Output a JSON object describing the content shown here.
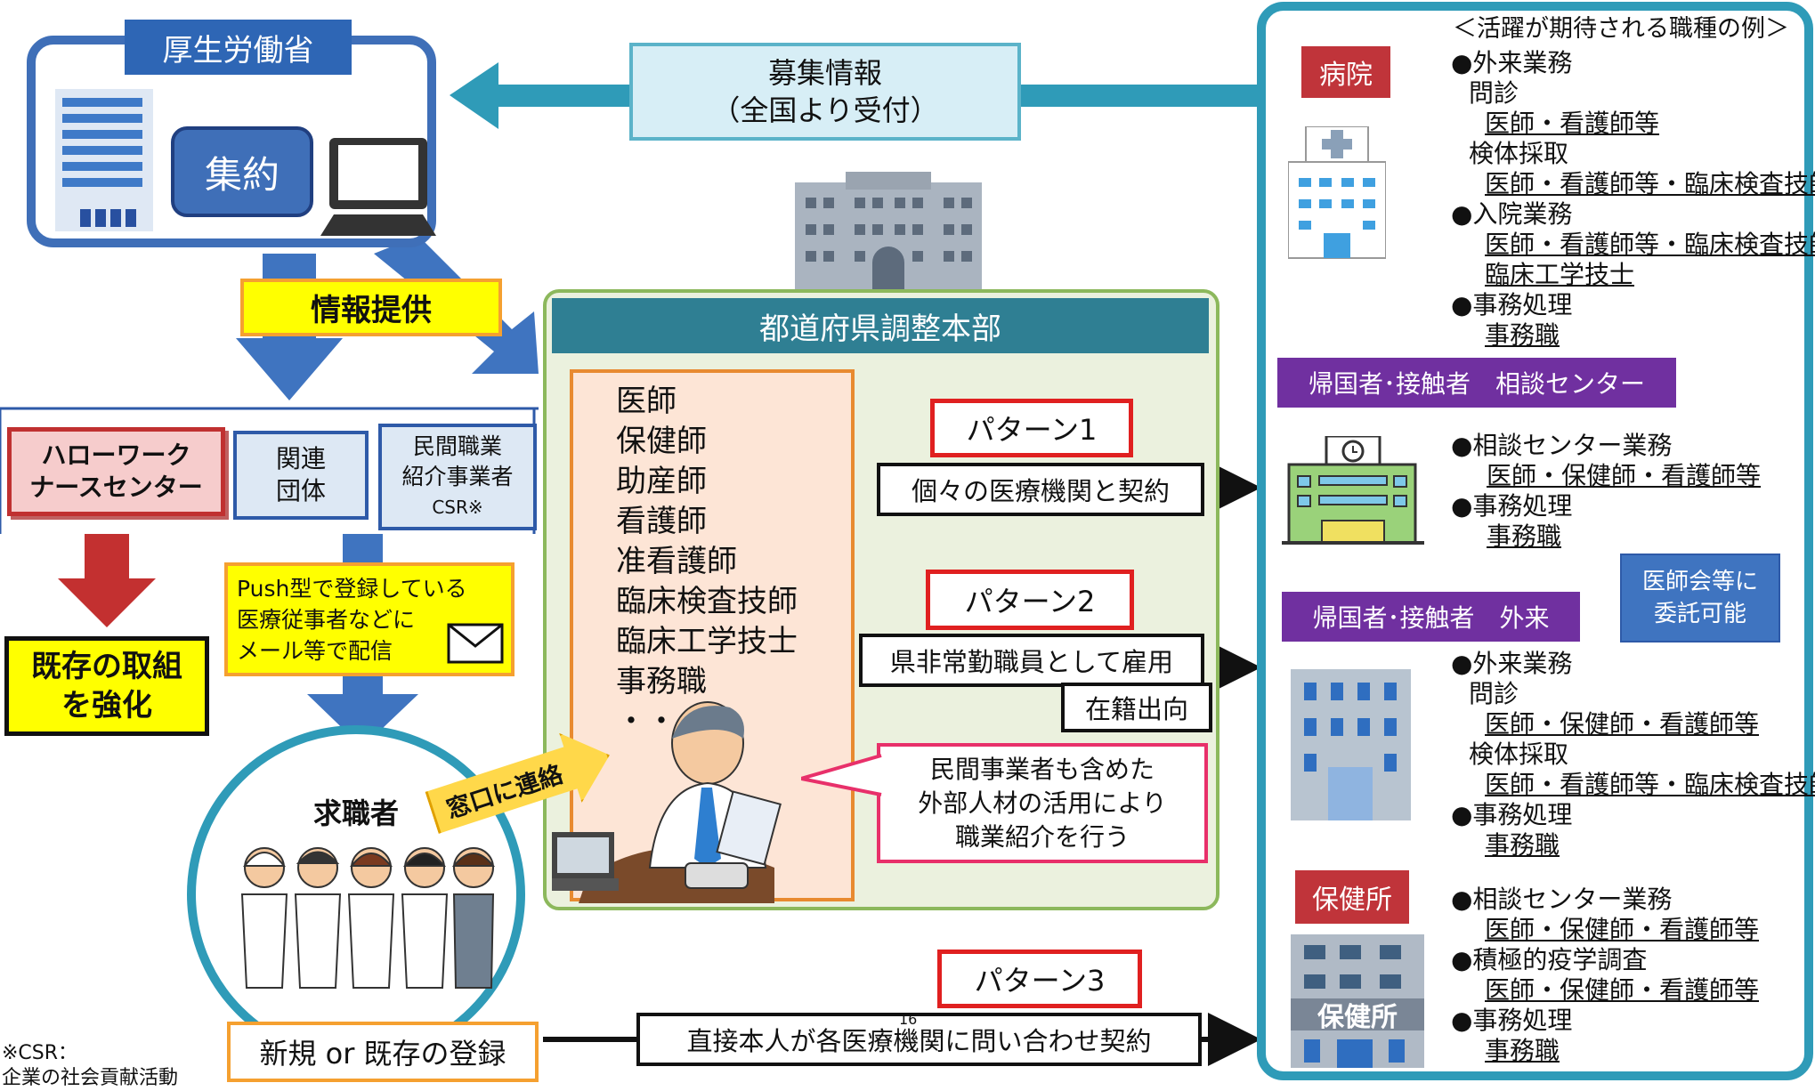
{
  "mhlw": {
    "title": "厚生労働省",
    "aggregate": "集約"
  },
  "recruit": {
    "line1": "募集情報",
    "line2": "（全国より受付）"
  },
  "info_provide": "情報提供",
  "orgs": {
    "hellowork": [
      "ハローワーク",
      "ナースセンター"
    ],
    "related": [
      "関連",
      "団体"
    ],
    "private": [
      "民間職業",
      "紹介事業者",
      "CSR※"
    ]
  },
  "existing": [
    "既存の取組",
    "を強化"
  ],
  "push_msg": [
    "Push型で登録している",
    "医療従事者などに",
    "メール等で配信"
  ],
  "hq": {
    "title": "都道府県調整本部",
    "jobs": [
      "医師",
      "保健師",
      "助産師",
      "看護師",
      "准看護師",
      "臨床検査技師",
      "臨床工学技士",
      "事務職",
      "・・・"
    ]
  },
  "contact": "窓口に連絡",
  "seeker": {
    "title": "求職者",
    "register": "新規 or 既存の登録"
  },
  "patterns": [
    {
      "label": "パターン1",
      "desc": "個々の医療機関と契約"
    },
    {
      "label": "パターン2",
      "desc": "県非常勤職員として雇用",
      "extra": "在籍出向"
    },
    {
      "label": "パターン3",
      "desc": "直接本人が各医療機関に問い合わせ契約"
    }
  ],
  "private_note": [
    "民間事業者も含めた",
    "外部人材の活用により",
    "職業紹介を行う"
  ],
  "page_number": "16",
  "csr_note": [
    "※CSR：",
    "企業の社会貢献活動"
  ],
  "right": {
    "heading": "＜活躍が期待される職種の例＞",
    "hospital": {
      "tag": "病院",
      "lines": [
        "●外来業務",
        "問診",
        "医師・看護師等",
        "検体採取",
        "医師・看護師等・臨床検査技師",
        "●入院業務",
        "医師・看護師等・臨床検査技師",
        "臨床工学技士",
        "●事務処理",
        "事務職"
      ]
    },
    "consult": {
      "tag": "帰国者･接触者　相談センター",
      "lines": [
        "●相談センター業務",
        "医師・保健師・看護師等",
        "●事務処理",
        "事務職"
      ]
    },
    "outpatient": {
      "tag": "帰国者･接触者　外来",
      "lines": [
        "●外来業務",
        "問診",
        "医師・保健師・看護師等",
        "検体採取",
        "医師・看護師等・臨床検査技師",
        "●事務処理",
        "事務職"
      ]
    },
    "delegate": [
      "医師会等に",
      "委託可能"
    ],
    "health": {
      "tag": "保健所",
      "sign": "保健所",
      "lines": [
        "●相談センター業務",
        "医師・保健師・看護師等",
        "●積極的疫学調査",
        "医師・保健師・看護師等",
        "●事務処理",
        "事務職"
      ]
    }
  },
  "colors": {
    "navy": "#2e5aa8",
    "teal": "#2f8a9c",
    "yellow": "#ffff00",
    "orange": "#f5a030",
    "red": "#e02020",
    "purple": "#7030a0",
    "green": "#8cb85c"
  }
}
